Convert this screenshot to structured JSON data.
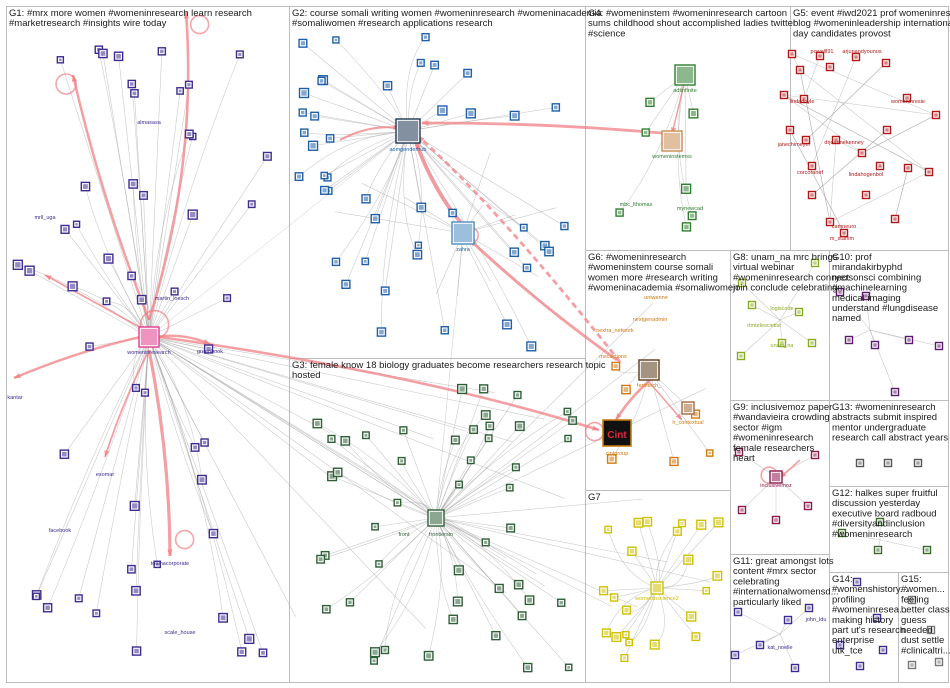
{
  "colors": {
    "G1": "#3d2b8f",
    "G2": "#1f5fa8",
    "G3": "#2e5e36",
    "G4": "#2f7d2f",
    "G5": "#b01818",
    "G6": "#d07a10",
    "G7": "#d0c000",
    "G8": "#88aa22",
    "G9": "#8a1a4a",
    "G10": "#5b1a6e",
    "G11": "#3d2b8f",
    "G12": "#3a6a2a",
    "G13": "#555555",
    "G14": "#3d2b8f",
    "G15": "#777777",
    "edge": "#9e9e9e",
    "strong": "#f07f84"
  },
  "groups": [
    {
      "id": "G1",
      "title": [
        "G1: #mrx more women #womeninresearch learn research",
        "#marketresearch #insights wire today"
      ]
    },
    {
      "id": "G2",
      "title": [
        "G2: course somali writing women #womeninresearch #womeninacademia",
        "#somaliwomen #research applications research"
      ]
    },
    {
      "id": "G3",
      "title": [
        "G3: female know 18 biology graduates become researchers research topic",
        "hosted"
      ]
    },
    {
      "id": "G4",
      "title": [
        "G4: #womeninstem #womeninresearch cartoon",
        "sums childhood shout accomplished ladies twitter",
        "#science"
      ]
    },
    {
      "id": "G5",
      "title": [
        "G5: event #iwd2021 prof womeninresie",
        "blog #womeninleadership international",
        "day candidates provost"
      ]
    },
    {
      "id": "G6",
      "title": [
        "G6: #womeninresearch",
        "#womeninstem course somali",
        "women more #research writing",
        "#womeninacademia #somaliwomen"
      ]
    },
    {
      "id": "G7",
      "title": [
        "G7"
      ]
    },
    {
      "id": "G8",
      "title": [
        "G8: unam_na mrc brings",
        "virtual webinar",
        "#womeninresearch connect",
        "join conclude celebrating"
      ]
    },
    {
      "id": "G9",
      "title": [
        "G9: inclusivemoz paper",
        "#wandavieira crowding",
        "sector #igm",
        "#womeninresearch",
        "female researchers",
        "heart"
      ]
    },
    {
      "id": "G10",
      "title": [
        "G10: prof",
        "mirandakirbyphd",
        "ryersonsci combining",
        "#machinelearning",
        "medical imaging",
        "understand #lungdisease",
        "named"
      ]
    },
    {
      "id": "G11",
      "title": [
        "G11: great amongst lots",
        "content #mrx sector",
        "celebrating",
        "#internationalwomensd...",
        "particularly liked"
      ]
    },
    {
      "id": "G12",
      "title": [
        "G12: halkes super fruitful",
        "discussion yesterday",
        "executive board radboud",
        "#diversityandinclusion",
        "#womeninresearch"
      ]
    },
    {
      "id": "G13",
      "title": [
        "G13: #womeninresearch",
        "abstracts submit inspired",
        "mentor undergraduate",
        "research call abstract years"
      ]
    },
    {
      "id": "G14",
      "title": [
        "G14:",
        "#womenshistory...",
        "profiling",
        "#womeninresea...",
        "making history",
        "part ut's research",
        "enterprise",
        "utk_tce"
      ]
    },
    {
      "id": "G15",
      "title": [
        "G15:",
        "#women...",
        "feeling",
        "better class",
        "guess",
        "needed",
        "dust settle",
        "#clinicaltri..."
      ]
    }
  ],
  "labels": {
    "womeninresearch": "womeninresearch",
    "greenbook": "greenbook",
    "martin_lbesch": "martin_loesch",
    "almasasa": "almasasa",
    "mrll_uga": "mrll_uga",
    "kantar": "kantar",
    "esomar": "esomar",
    "facebook": "facebook",
    "tolunacorporate": "tolunacorporate",
    "scale_house": "scale_house",
    "aomgenderhub": "aomgenderhub",
    "zahra": "zahra",
    "frontiersin": "frontiersin",
    "front": "front",
    "adtinfinite": "adtinfinite",
    "womeninstemss": "womeninstemss",
    "mbc_lthomas": "mbc_lthomas",
    "mynewcad": "mynewcad",
    "powelll91": "powelll91",
    "arjunandyounus": "arjunandyounus",
    "lindadoyle": "lindadoyle",
    "womeninresie": "womeninresie",
    "janechimeyer": "janechimeyer",
    "drjoannekenney": "drjoannekenney",
    "corcoranef": "corcoranef",
    "lindahogenbol": "lindahogenbol",
    "camneuro": "camneuro",
    "m_stamm": "m_stamm",
    "uniwenne": "uniwenne",
    "nextgenadmin": "nextgenadmin",
    "nextra_network": "nextra_network",
    "mscactions": "mscactions",
    "fernitech_": "fernitech_",
    "cintgroup": "cintgroup",
    "h_contextual": "h_contextual",
    "cint_wordmark": "Cint",
    "womeninscience2": "womeninscience2",
    "logiscode": "logiscode",
    "unam_na": "unam_na",
    "rtmtelescietist": "rtmtelescietist",
    "inclusivemoz": "inclusivemoz",
    "kat_noelle": "kat_noelle",
    "john_ldu": "john_ldu"
  }
}
